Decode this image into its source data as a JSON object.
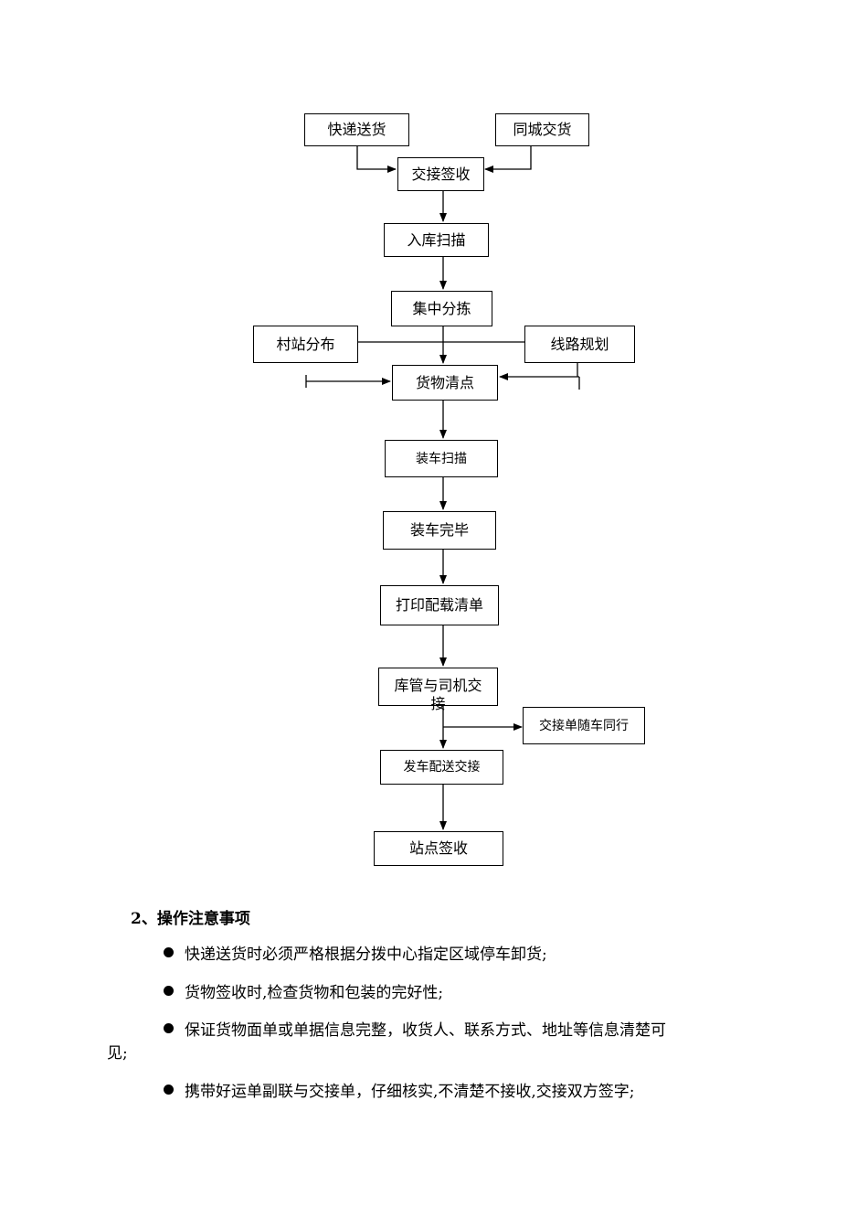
{
  "flowchart": {
    "nodes": {
      "express_delivery": "快递送货",
      "city_delivery": "同城交货",
      "handover_sign": "交接签收",
      "inbound_scan": "入库扫描",
      "central_sorting": "集中分拣",
      "village_station": "村站分布",
      "route_planning": "线路规划",
      "cargo_count": "货物清点",
      "loading_scan": "装车扫描",
      "loading_done": "装车完毕",
      "print_manifest": "打印配载清单",
      "keeper_driver_handover": "库管与司机交接",
      "handover_sheet": "交接单随车同行",
      "dispatch": "发车配送交接",
      "station_sign": "站点签收"
    }
  },
  "notes": {
    "title": "2、操作注意事项",
    "items": [
      "快递送货时必须严格根据分拨中心指定区域停车卸货;",
      "货物签收时,检查货物和包装的完好性;",
      "保证货物面单或单据信息完整，收货人、联系方式、地址等信息清楚可",
      "见;",
      "携带好运单副联与交接单，仔细核实,不清楚不接收,交接双方签字;"
    ]
  }
}
